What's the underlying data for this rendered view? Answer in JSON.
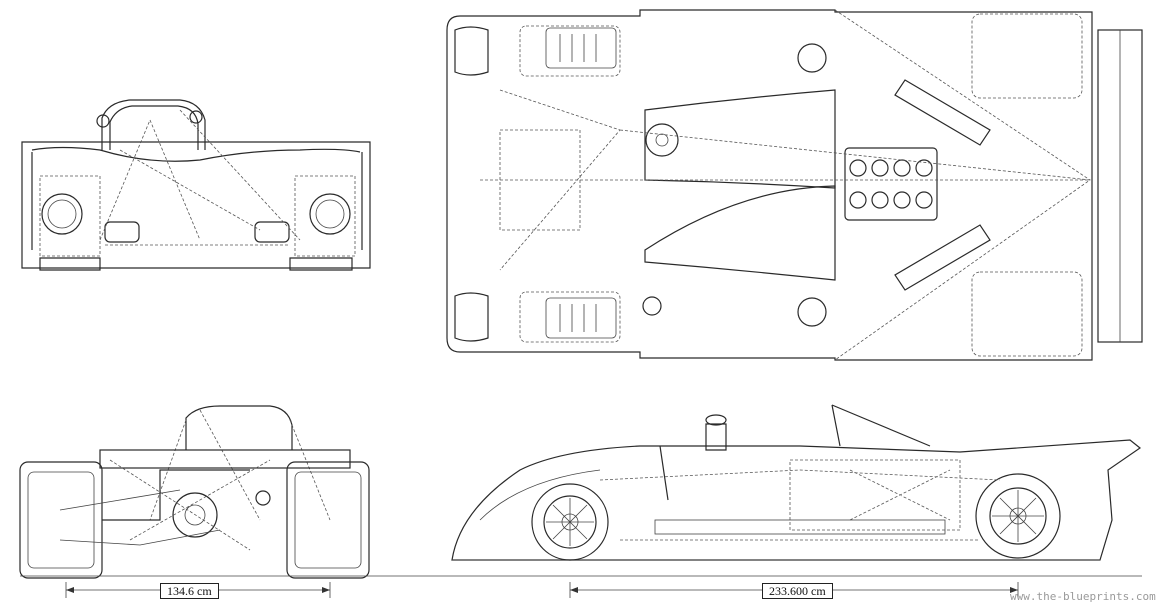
{
  "drawing": {
    "views": {
      "front": "front-view",
      "top": "top-view",
      "rear": "rear-view",
      "side": "side-view"
    },
    "dimensions": {
      "track_label": "134.6 cm",
      "wheelbase_label": "233.600 cm"
    },
    "watermark": "www.the-blueprints.com"
  }
}
